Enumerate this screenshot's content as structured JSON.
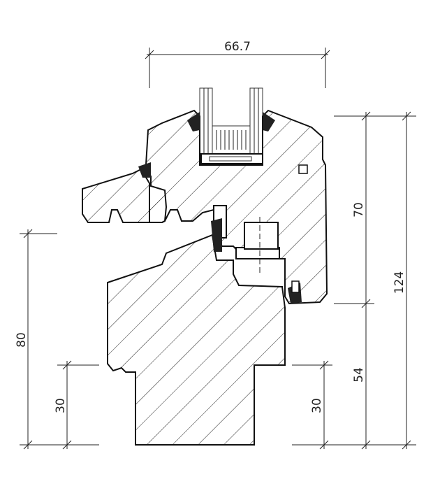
{
  "drawing": {
    "title": "",
    "line_color": "#111111",
    "seal_color": "#222222"
  },
  "dimensions": {
    "glass_width": "66.7",
    "sash_height": "70",
    "frame_height": "54",
    "total_height": "124",
    "sill_height": "80",
    "left_rebate": "30",
    "right_rebate": "30"
  }
}
